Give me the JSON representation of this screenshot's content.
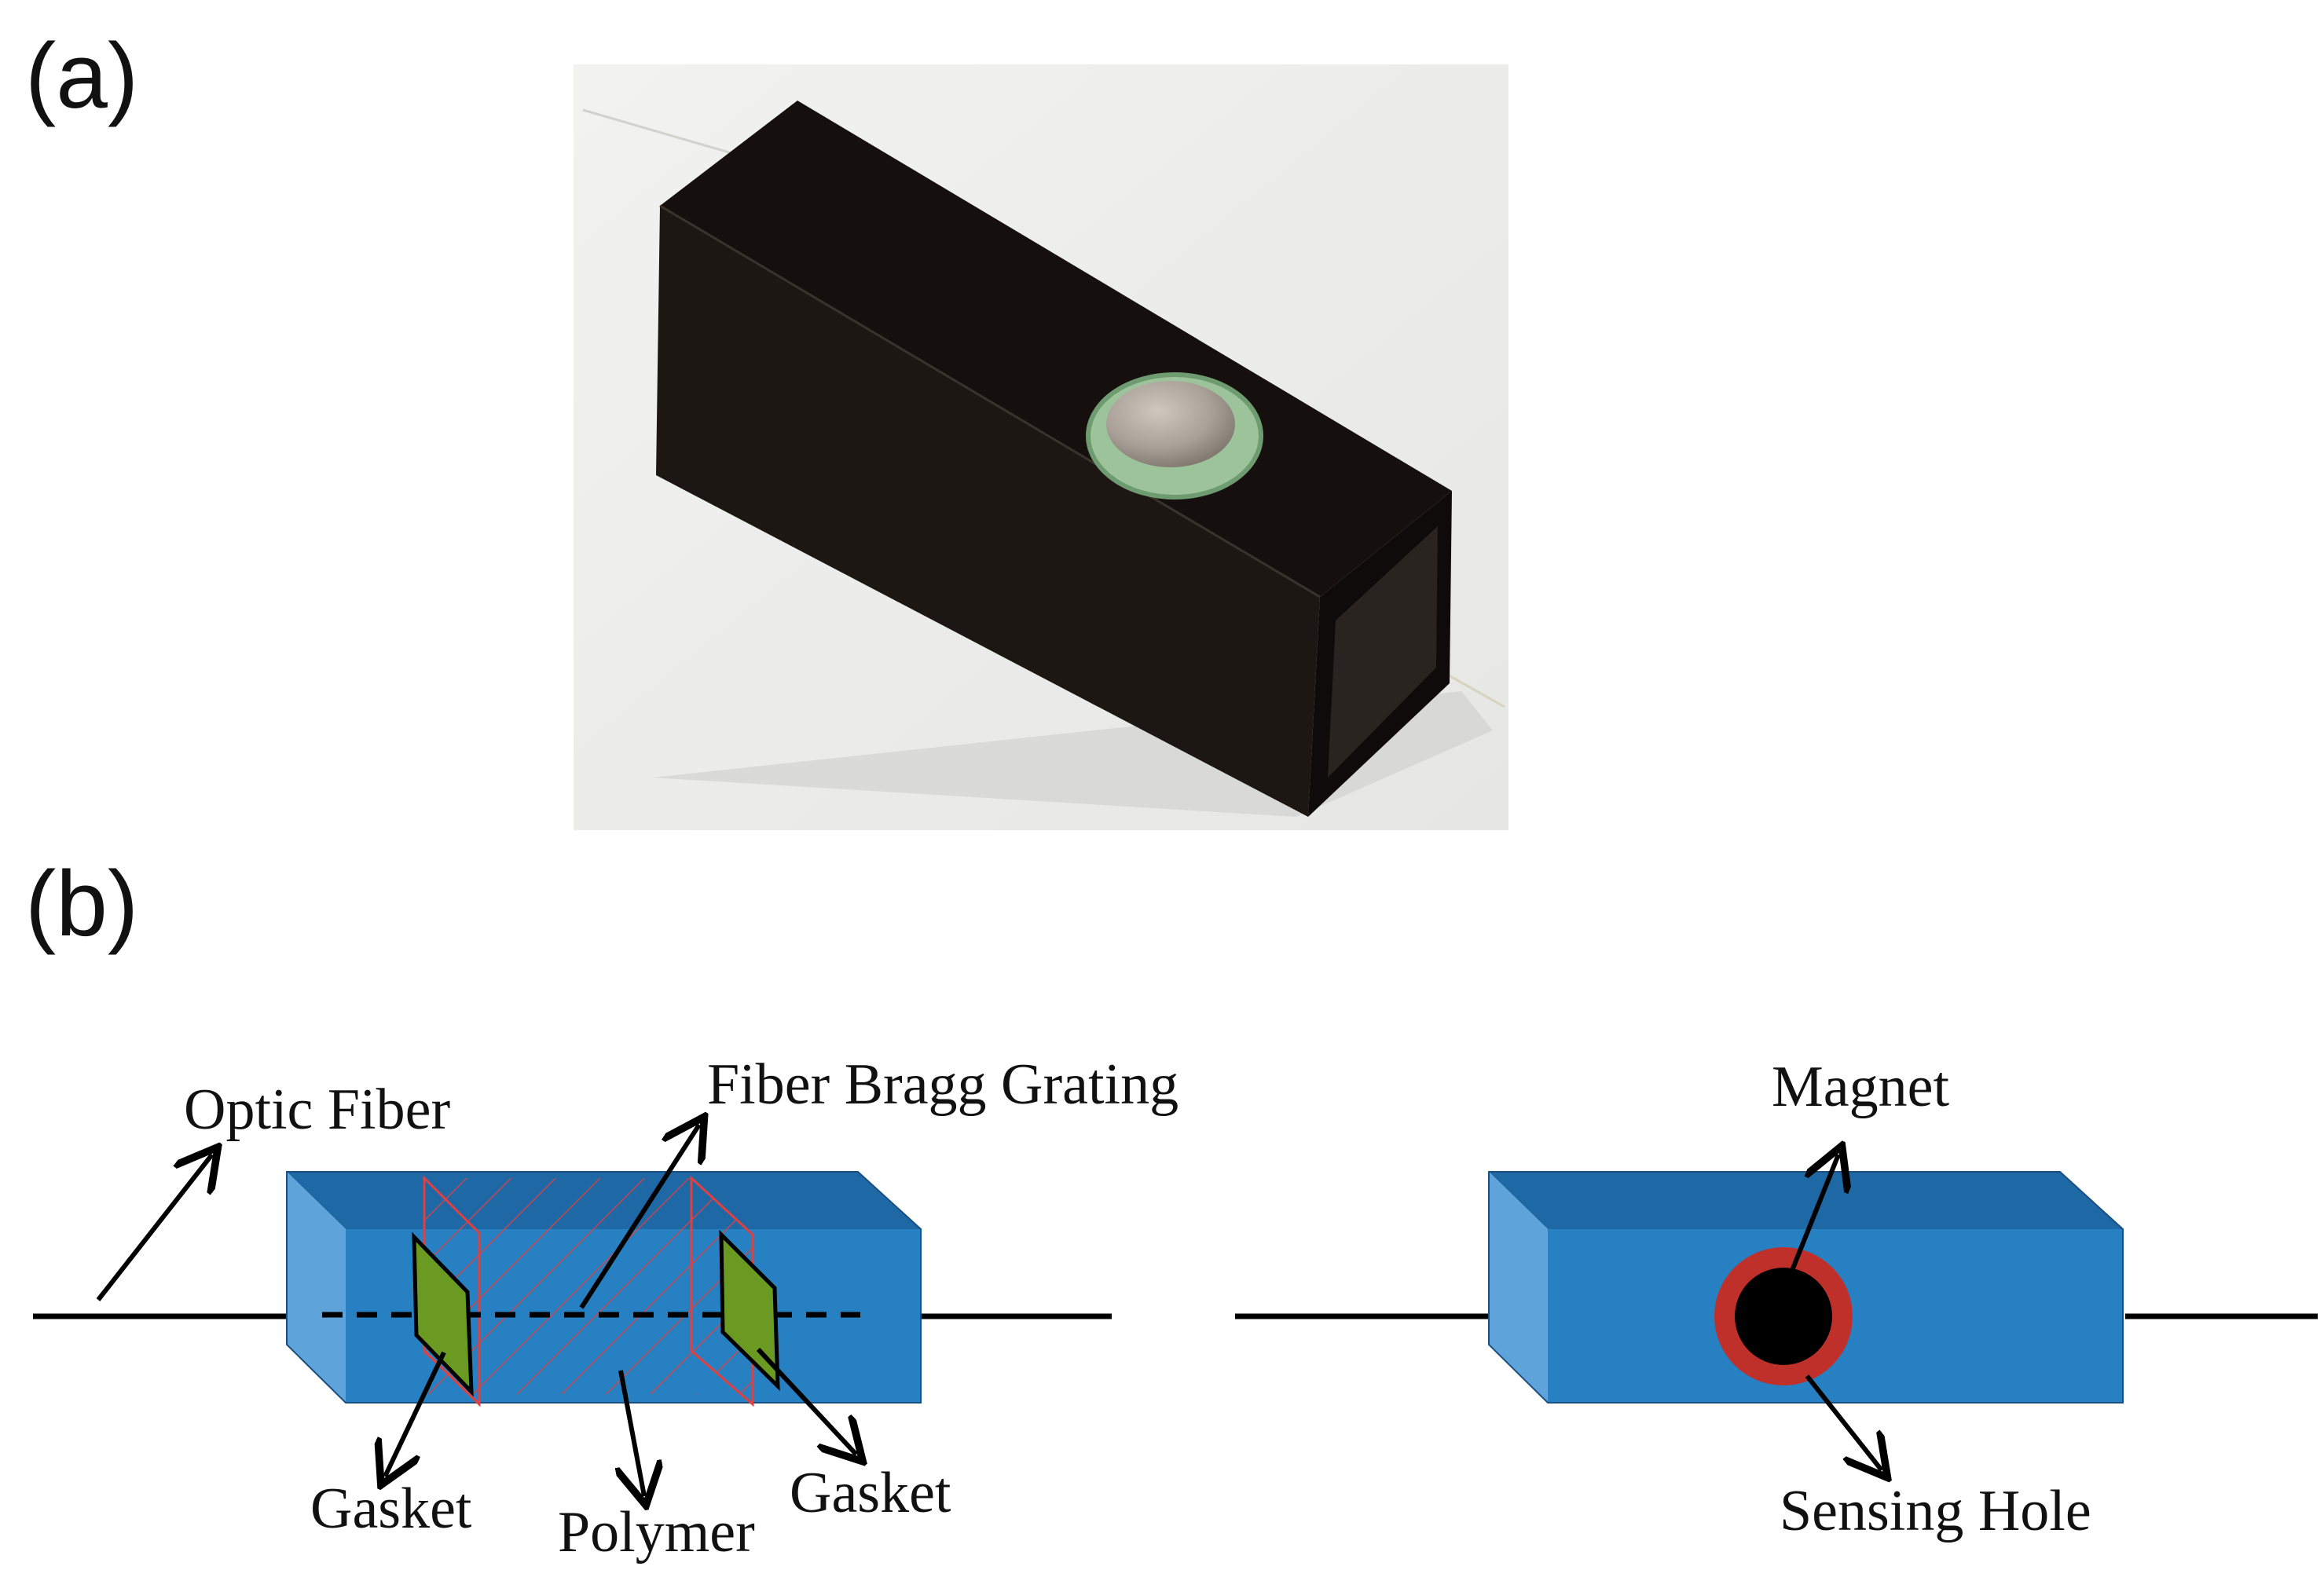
{
  "panels": {
    "a": {
      "label": "(a)"
    },
    "b": {
      "label": "(b)"
    }
  },
  "diagram_left": {
    "labels": {
      "optic_fiber": "Optic Fiber",
      "fiber_bragg_grating": "Fiber Bragg Grating",
      "gasket_left": "Gasket",
      "polymer": "Polymer",
      "gasket_right": "Gasket"
    }
  },
  "diagram_right": {
    "labels": {
      "magnet": "Magnet",
      "sensing_hole": "Sensing Hole"
    }
  },
  "colors": {
    "block_front": "#2680c2",
    "block_top": "#1e68a6",
    "block_side": "#5fa3db",
    "gasket": "#6a9a22",
    "polymer_hatch": "#e04040",
    "sensing_ring": "#c0302a",
    "magnet": "#000000"
  }
}
